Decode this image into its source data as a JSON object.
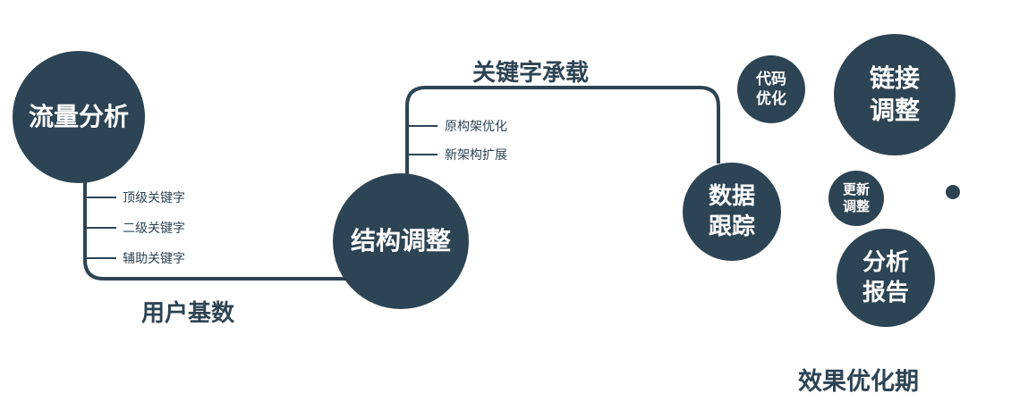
{
  "colors": {
    "primary": "#2d4454",
    "node_text": "#ffffff",
    "background": "#ffffff"
  },
  "nodes": {
    "traffic_analysis": {
      "label": "流量分析"
    },
    "structure_adjustment": {
      "label": "结构调整"
    },
    "data_tracking": {
      "line1": "数据",
      "line2": "跟踪"
    },
    "code_optimization": {
      "line1": "代码",
      "line2": "优化"
    },
    "link_adjustment": {
      "line1": "链接",
      "line2": "调整"
    },
    "update_adjustment": {
      "line1": "更新",
      "line2": "调整"
    },
    "analysis_report": {
      "line1": "分析",
      "line2": "报告"
    }
  },
  "edge_labels": {
    "user_base": "用户基数",
    "keyword_carry": "关键字承载"
  },
  "branches": {
    "traffic": [
      "顶级关键字",
      "二级关键字",
      "辅助关键字"
    ],
    "structure": [
      "原构架优化",
      "新架构扩展"
    ]
  },
  "caption": "效果优化期"
}
